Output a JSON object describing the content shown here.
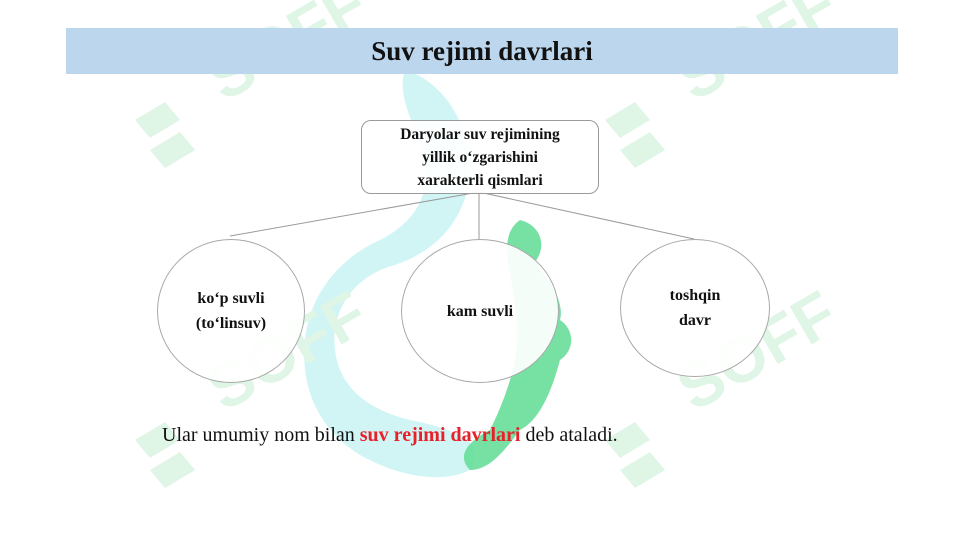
{
  "title": "Suv rejimi davrlari",
  "root": {
    "lines": [
      "Daryolar suv rejimining",
      "yillik o‘zgarishini",
      "xarakterli qismlari"
    ]
  },
  "nodes": [
    {
      "lines": [
        "ko‘p suvli",
        "(to‘linsuv)"
      ]
    },
    {
      "lines": [
        "kam suvli"
      ]
    },
    {
      "lines": [
        "toshqin",
        "davr"
      ]
    }
  ],
  "caption": {
    "before": "Ular umumiy nom bilan ",
    "highlight": "suv rejimi davrlari",
    "after": " deb ataladi."
  },
  "watermark": {
    "text": "SOFF"
  },
  "colors": {
    "title_bg": "#bcd6ee",
    "highlight": "#e8202a",
    "map_cyan": "#c9f3f3",
    "map_green": "#5fdc94",
    "watermark": "#dff5e6"
  }
}
